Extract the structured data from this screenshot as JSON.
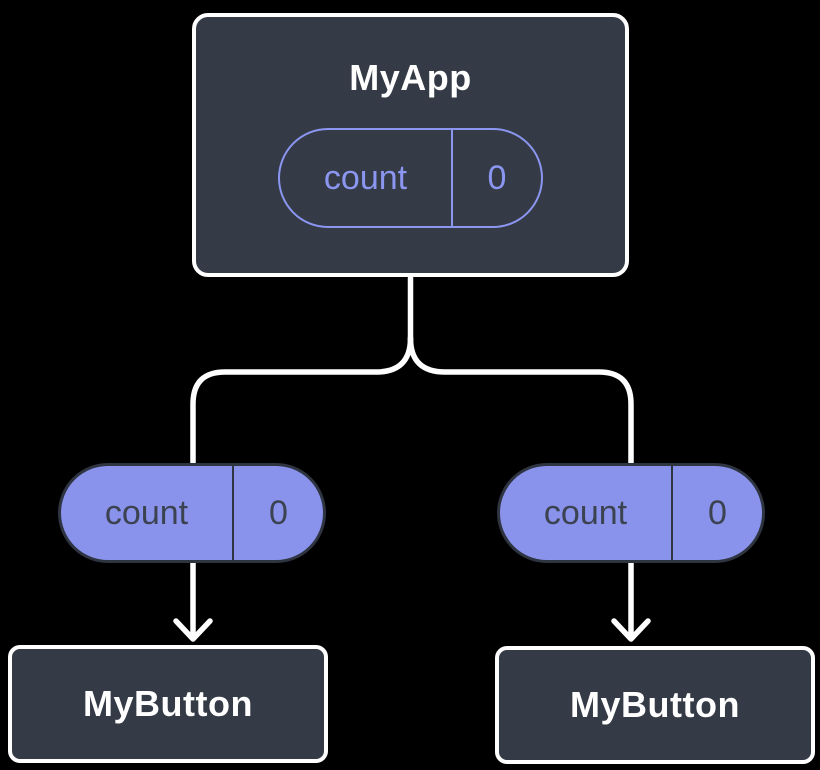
{
  "colors": {
    "bg": "#000000",
    "line": "#FFFFFF",
    "slate": "#343A46",
    "purple_fill": "#8A93EC",
    "purple_line": "#8B96F0",
    "dark_text": "#3B4250",
    "dark_border": "#2E3440"
  },
  "tree": {
    "root": {
      "title": "MyApp",
      "state": {
        "label": "count",
        "value": "0"
      }
    },
    "children": [
      {
        "title": "MyButton",
        "prop": {
          "label": "count",
          "value": "0"
        }
      },
      {
        "title": "MyButton",
        "prop": {
          "label": "count",
          "value": "0"
        }
      }
    ]
  }
}
